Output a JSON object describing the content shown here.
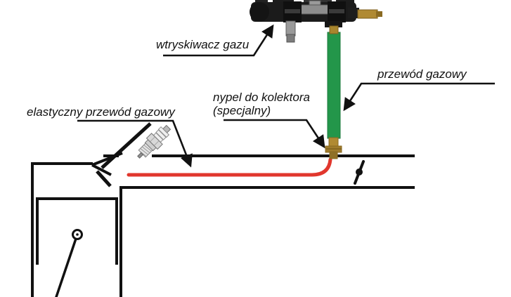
{
  "diagram": {
    "type": "technical-schematic",
    "language": "pl",
    "subject": "LPG sequential injection install on intake manifold",
    "labels": {
      "injector": "wtryskiwacz gazu",
      "gas_line": "przewód gazowy",
      "nipple_line1": "nypel do kolektora",
      "nipple_line2": "(specjalny)",
      "flexible_hose": "elastyczny przewód gazowy"
    },
    "colors": {
      "background": "#ffffff",
      "line": "#111111",
      "text": "#111111",
      "gas_line_green": "#23964a",
      "gas_line_green_edge": "#1c7a3c",
      "flexible_hose_red": "#e1372d",
      "brass": "#b08a33",
      "brass_dark": "#8a6a22"
    },
    "icons": {
      "spark_plug": "spark-plug-icon",
      "injector_rail": "gas-injector-rail-photo",
      "throttle_valve": "throttle-valve-symbol",
      "piston_pin": "piston-pin-symbol"
    }
  }
}
